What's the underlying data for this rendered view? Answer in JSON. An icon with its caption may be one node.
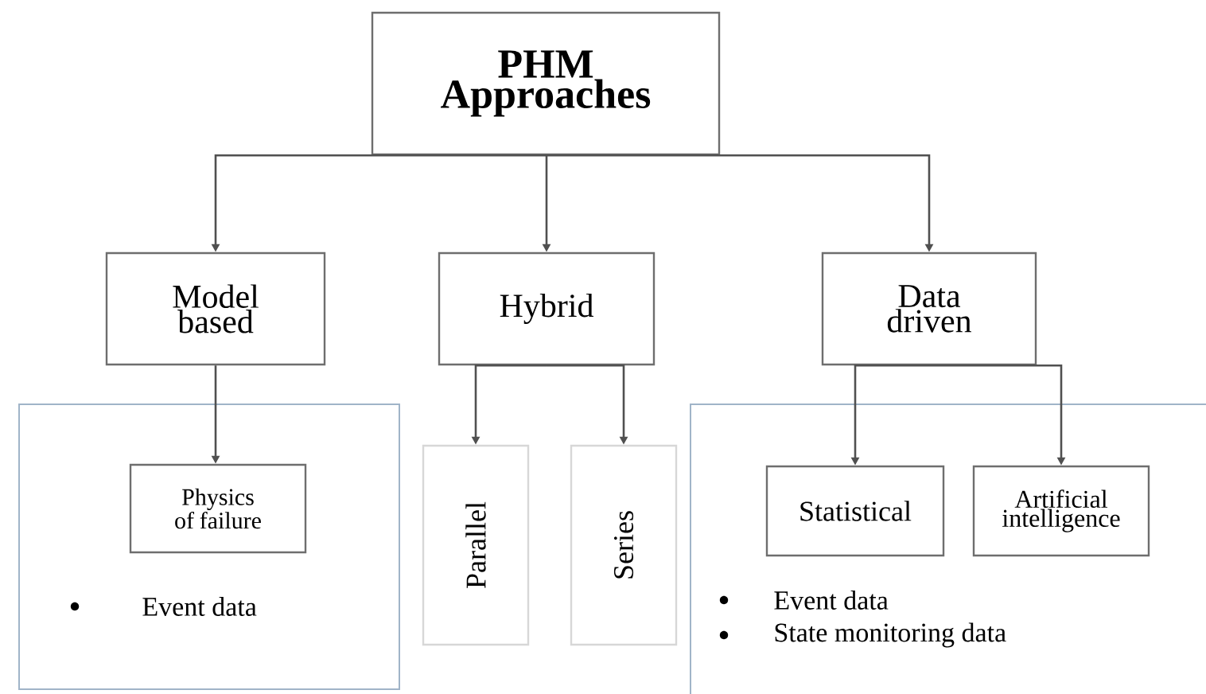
{
  "diagram": {
    "nodes": [
      {
        "text": [
          "PHM Approaches"
        ]
      },
      {
        "text": [
          "Model based"
        ]
      },
      {
        "text": [
          "Hybrid"
        ]
      },
      {
        "text": [
          "Data driven"
        ]
      },
      {
        "text": [
          "Event data"
        ]
      },
      {
        "text": [
          "Physics of failure"
        ],
        "in": 4
      },
      {
        "text": [
          "Parallel"
        ]
      },
      {
        "text": [
          "Series"
        ]
      },
      {
        "text": [
          "Event data",
          "State monitoring data"
        ]
      },
      {
        "text": [
          "Statistical"
        ],
        "in": 8
      },
      {
        "text": [
          "Artificial intelligence"
        ],
        "in": 8
      }
    ],
    "edges": [
      {
        "from": 0,
        "to": 1,
        "arrow": "to"
      },
      {
        "from": 0,
        "to": 2,
        "arrow": "to"
      },
      {
        "from": 0,
        "to": 3,
        "arrow": "to"
      },
      {
        "from": 1,
        "to": 5,
        "arrow": "to"
      },
      {
        "from": 2,
        "to": 6,
        "arrow": "to"
      },
      {
        "from": 2,
        "to": 7,
        "arrow": "to"
      },
      {
        "from": 3,
        "to": 9,
        "arrow": "to"
      },
      {
        "from": 3,
        "to": 10,
        "arrow": "to"
      }
    ]
  }
}
